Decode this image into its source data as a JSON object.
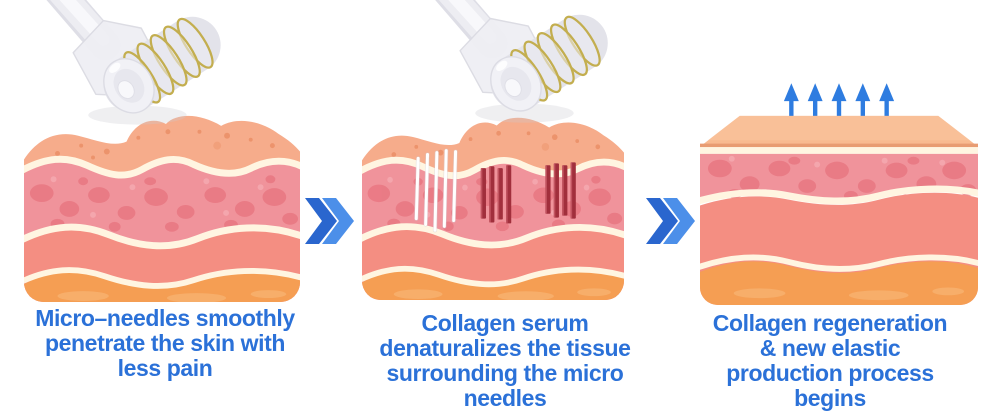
{
  "figure": {
    "type": "three-step-microneedling-process-infographic",
    "background": "#FFFFFF",
    "steps": [
      {
        "illustration": "derma-roller-on-skin-cross-section",
        "caption_lines": [
          "Micro–needles smoothly",
          "penetrate the skin with",
          "less pain"
        ]
      },
      {
        "illustration": "derma-roller-on-skin-cross-section-with-needle-punctures",
        "caption_lines": [
          "Collagen serum",
          "denaturalizes the tissue",
          "surrounding the micro",
          "needles"
        ]
      },
      {
        "illustration": "skin-cross-section-flat-top-with-upward-arrows",
        "caption_lines": [
          "Collagen regeneration",
          "& new elastic",
          "production process",
          "begins"
        ]
      }
    ],
    "separators": [
      {
        "icon": "double-chevron-right"
      },
      {
        "icon": "double-chevron-right"
      }
    ],
    "upward_arrows": {
      "icon": "arrow-up",
      "count": 5
    },
    "colors": {
      "caption_text": "#2B71D8",
      "chevron_dark_blue": "#2A66CE",
      "chevron_light_blue": "#4C8FE9",
      "arrow_blue": "#2E7CE0",
      "skin_epidermis_peach": "#F6AC8B",
      "skin_dermis_pink": "#F0939B",
      "skin_dermis_blob_pink": "#E97883",
      "skin_subcutis_salmon": "#F48E82",
      "skin_fat_orange": "#F59E53",
      "skin_membrane_cream": "#FFF5E1",
      "needle_puncture_red": "#A12F3C",
      "roller_gold_rings": "#C3AE4F",
      "roller_clear_plastic": "#ECECF2"
    }
  }
}
